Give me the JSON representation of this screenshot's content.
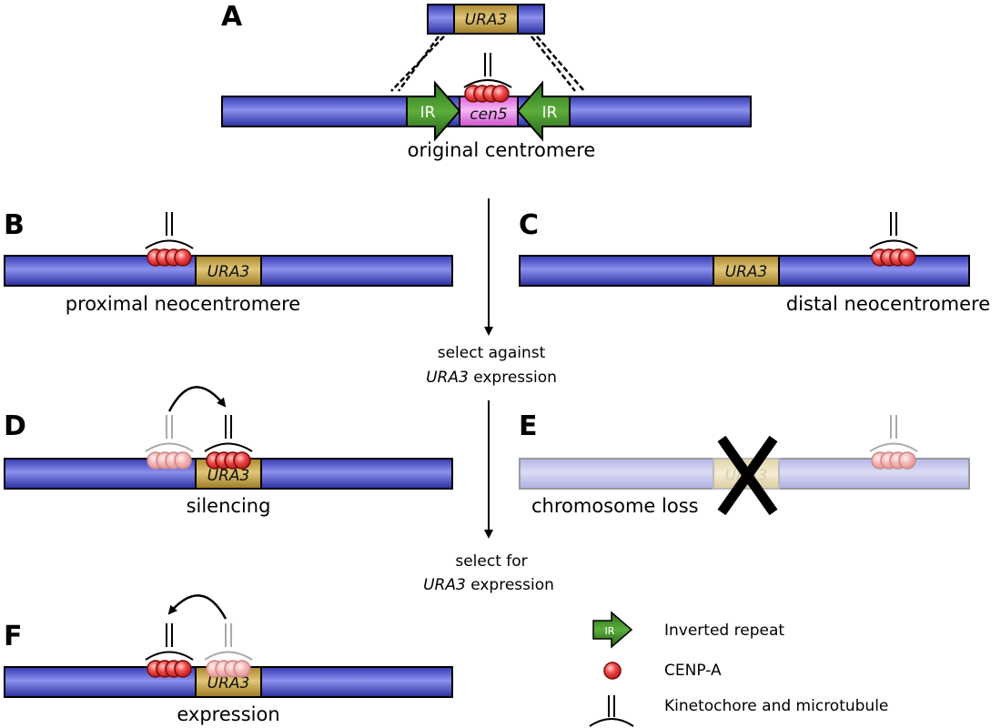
{
  "panels": {
    "a": "A",
    "b": "B",
    "c": "C",
    "d": "D",
    "e": "E",
    "f": "F"
  },
  "genes": {
    "ura3": "URA3",
    "cen5": "cen5",
    "ir": "IR"
  },
  "labels": {
    "original": "original centromere",
    "proximal": "proximal neocentromere",
    "distal": "distal neocentromere",
    "silencing": "silencing",
    "loss": "chromosome loss",
    "expression": "expression"
  },
  "steps": {
    "against_line1": "select against",
    "against_gene": "URA3",
    "against_rest": " expression",
    "for_line1": "select for",
    "for_gene": "URA3",
    "for_rest": " expression"
  },
  "legend": {
    "ir": "Inverted repeat",
    "cenpa": "CENP-A",
    "kinetochore": "Kinetochore and microtubule"
  },
  "colors": {
    "chromosome": "#3a3fc0",
    "ura3": "#c9a64a",
    "cen5": "#e880e8",
    "ir": "#3c8a2a",
    "cenpa": "#e03030"
  }
}
